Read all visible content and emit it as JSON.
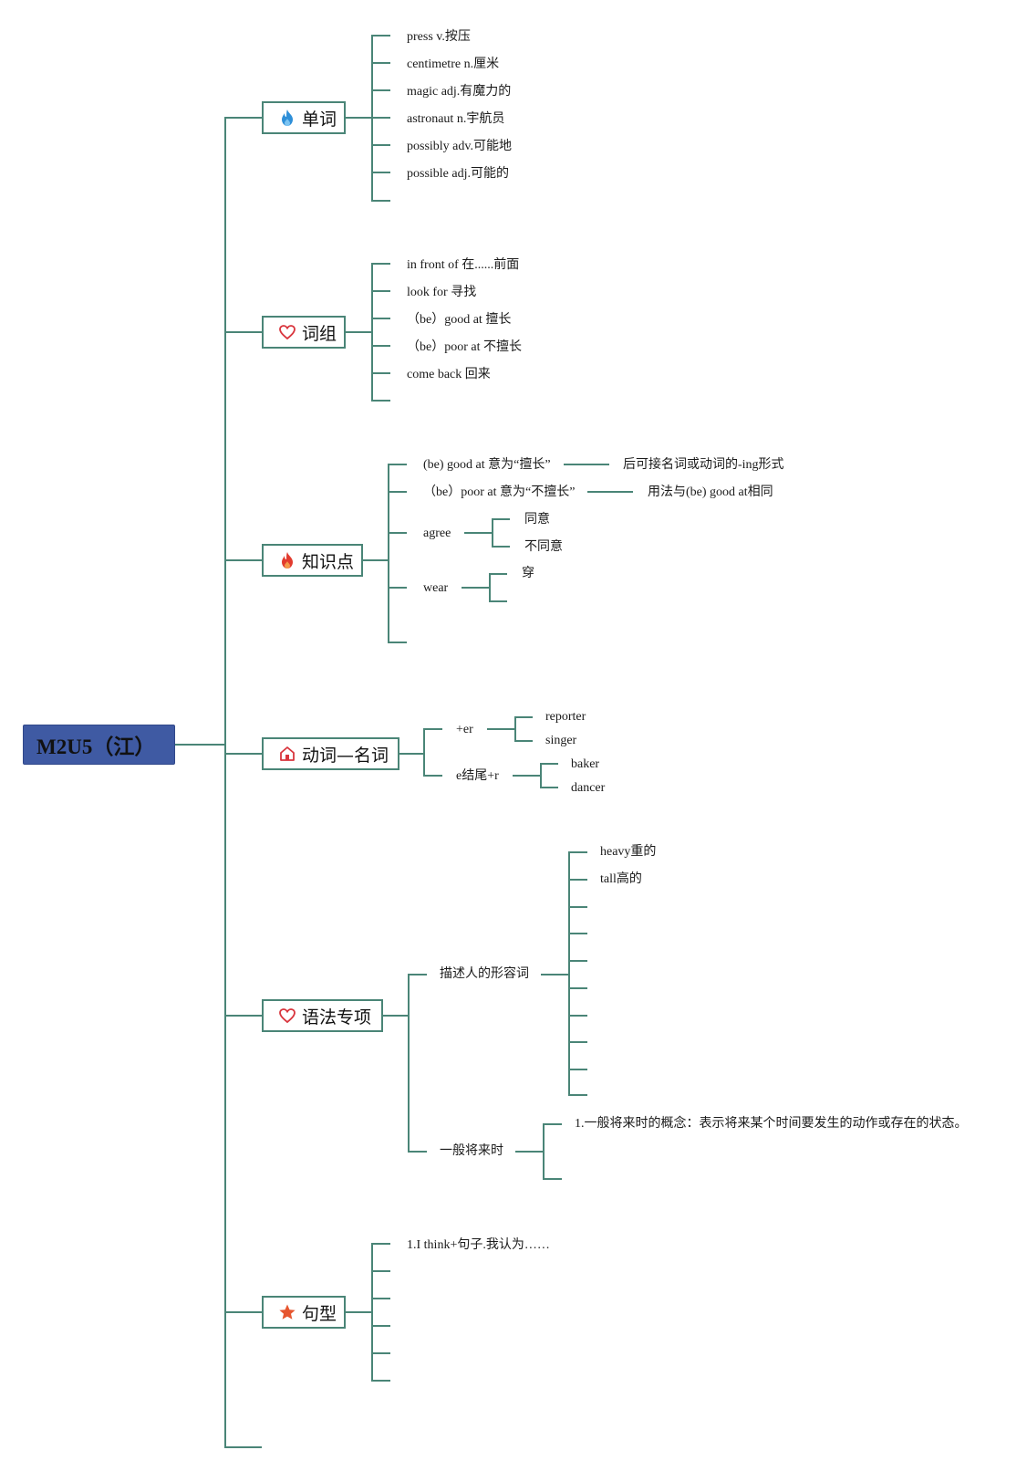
{
  "root": {
    "label": "M2U5（江）"
  },
  "branches": [
    {
      "label": "单词",
      "icon": "flame-blue-icon",
      "items": [
        "press v.按压",
        "centimetre n.厘米",
        "magic adj.有魔力的",
        "astronaut n.宇航员",
        "possibly adv.可能地",
        "possible adj.可能的"
      ]
    },
    {
      "label": "词组",
      "icon": "heart-icon",
      "items": [
        "in front of 在......前面",
        "look for 寻找",
        "（be）good at 擅长",
        "（be）poor at 不擅长",
        "come back 回来"
      ]
    },
    {
      "label": "知识点",
      "icon": "flame-red-icon",
      "items": [
        {
          "label": "(be) good at 意为“擅长”",
          "detail": "后可接名词或动词的-ing形式"
        },
        {
          "label": "（be）poor at 意为“不擅长”",
          "detail": "用法与(be) good at相同"
        },
        {
          "label": "agree",
          "children": [
            "同意",
            "不同意"
          ]
        },
        {
          "label": "wear",
          "children": [
            "穿"
          ]
        }
      ]
    },
    {
      "label": "动词—名词",
      "icon": "home-icon",
      "items": [
        {
          "label": "+er",
          "children": [
            "reporter",
            "singer"
          ]
        },
        {
          "label": "e结尾+r",
          "children": [
            "baker",
            "dancer"
          ]
        }
      ]
    },
    {
      "label": "语法专项",
      "icon": "heart-icon",
      "items": [
        {
          "label": "描述人的形容词",
          "children": [
            "heavy重的",
            "tall高的"
          ]
        },
        {
          "label": "一般将来时",
          "children": [
            "1.一般将来时的概念：表示将来某个时间要发生的动作或存在的状态。"
          ]
        }
      ]
    },
    {
      "label": "句型",
      "icon": "star-icon",
      "items": [
        "1.I think+句子.我认为……"
      ]
    }
  ]
}
